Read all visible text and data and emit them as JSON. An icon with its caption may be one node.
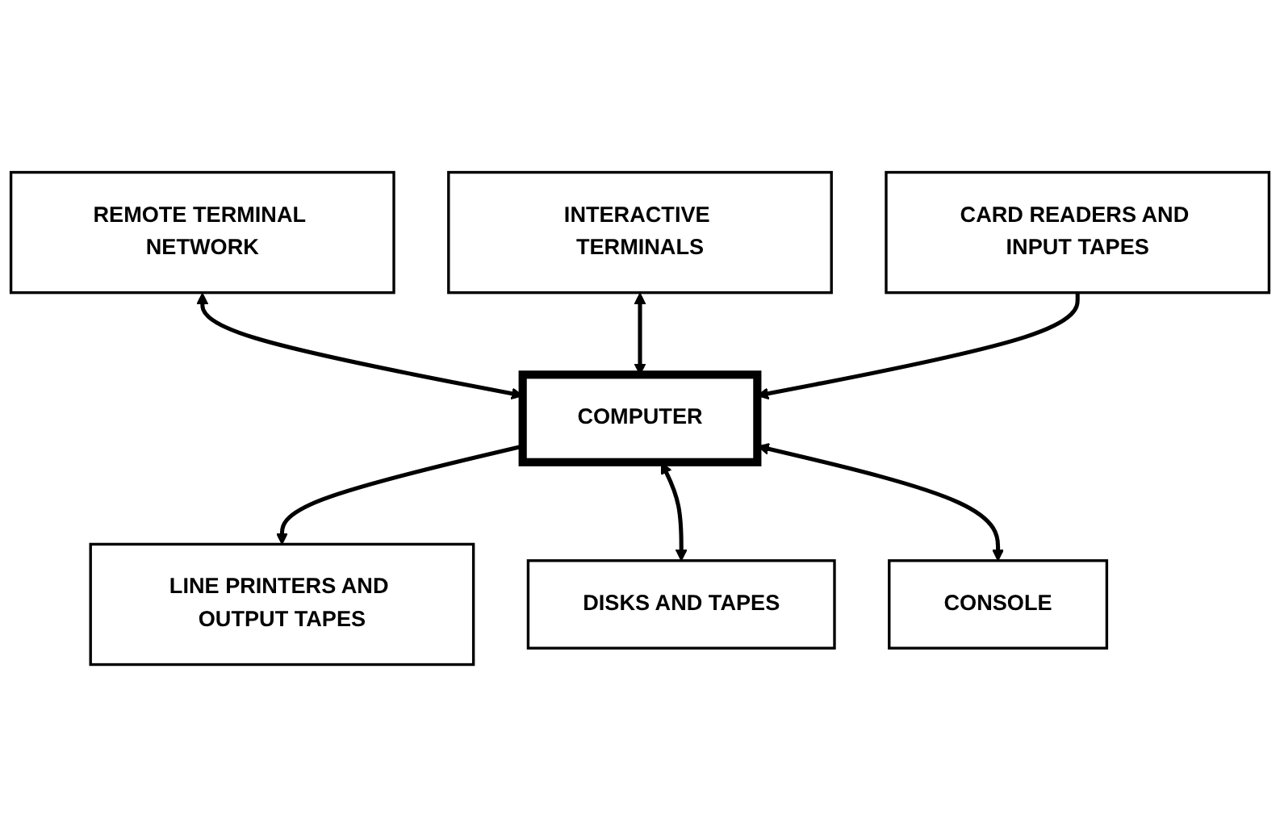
{
  "diagram": {
    "nodes": [
      {
        "text": [
          "REMOTE TERMINAL NETWORK"
        ]
      },
      {
        "text": [
          "INTERACTIVE TERMINALS"
        ]
      },
      {
        "text": [
          "CARD READERS AND INPUT TAPES"
        ]
      },
      {
        "text": [
          "COMPUTER"
        ]
      },
      {
        "text": [
          "LINE PRINTERS AND OUTPUT TAPES"
        ]
      },
      {
        "text": [
          "DISKS AND TAPES"
        ]
      },
      {
        "text": [
          "CONSOLE"
        ]
      }
    ],
    "edges": [
      {
        "from": 0,
        "to": 3,
        "arrow": "both"
      },
      {
        "from": 1,
        "to": 3,
        "arrow": "both"
      },
      {
        "from": 2,
        "to": 3,
        "arrow": "to"
      },
      {
        "from": 3,
        "to": 4,
        "arrow": "to"
      },
      {
        "from": 3,
        "to": 5,
        "arrow": "both"
      },
      {
        "from": 3,
        "to": 6,
        "arrow": "both"
      }
    ]
  }
}
